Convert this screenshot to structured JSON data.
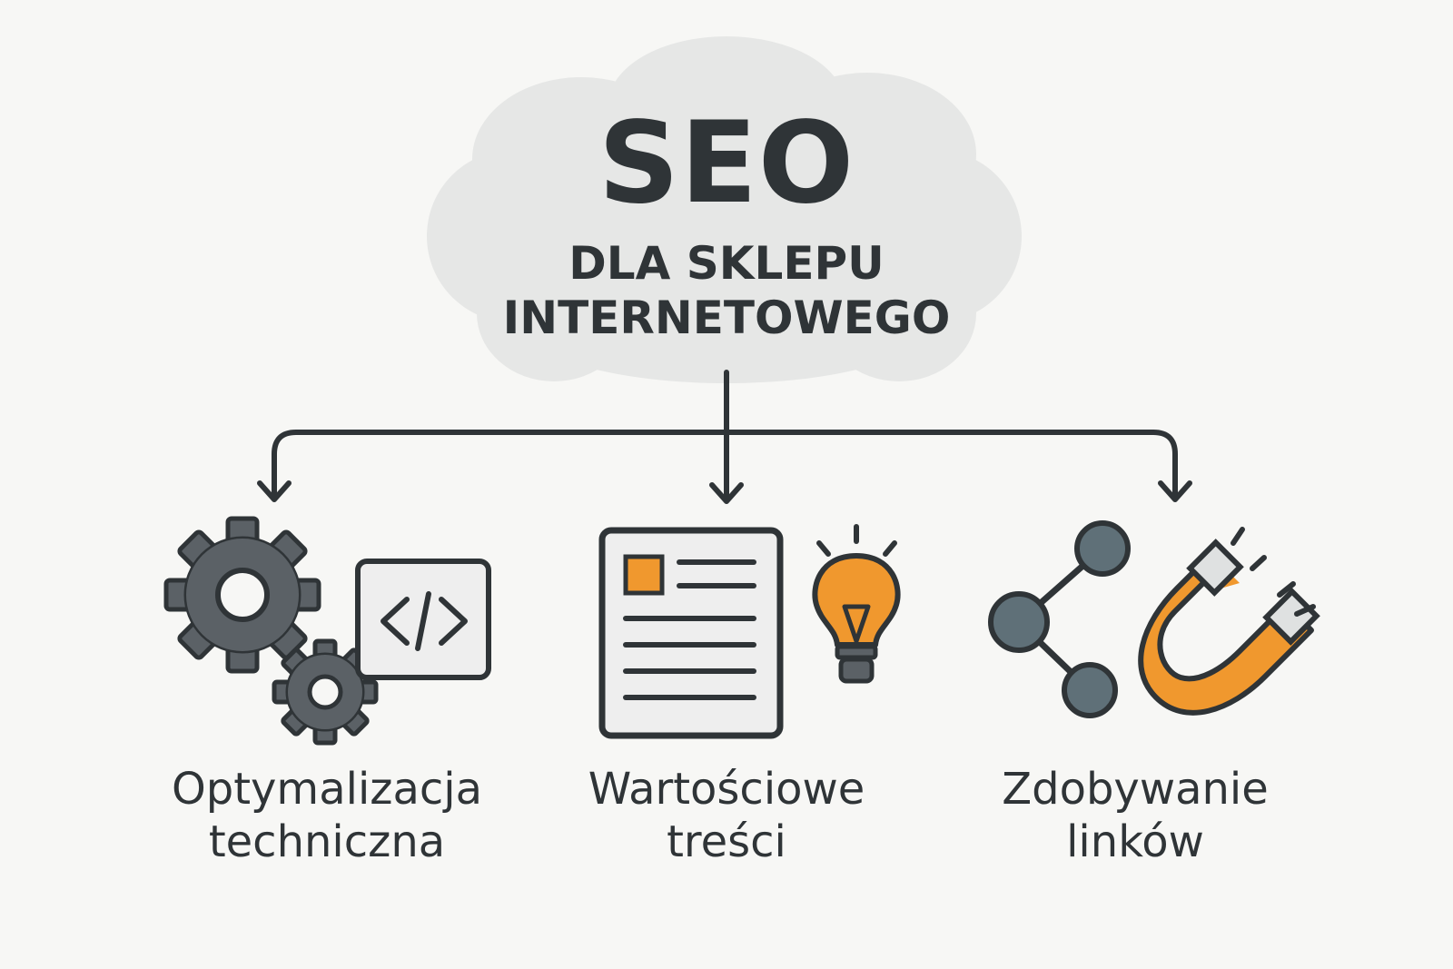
{
  "title": "SEO",
  "subtitle": [
    "DLA SKLEPU",
    "INTERNETOWEGO"
  ],
  "branches": [
    {
      "line1": "Optymalizacja",
      "line2": "techniczna",
      "icons": [
        "gears-icon",
        "code-icon"
      ]
    },
    {
      "line1": "Wartościowe",
      "line2": "treści",
      "icons": [
        "document-icon",
        "lightbulb-icon"
      ]
    },
    {
      "line1": "Zdobywanie",
      "line2": "linków",
      "icons": [
        "share-network-icon",
        "magnet-icon"
      ]
    }
  ],
  "colors": {
    "background": "#f7f7f5",
    "cloud": "#e6e7e6",
    "ink": "#2f3437",
    "gear": "#5b6166",
    "node": "#5f7078",
    "accent": "#f0982e",
    "code_panel": "#eeeeee"
  }
}
